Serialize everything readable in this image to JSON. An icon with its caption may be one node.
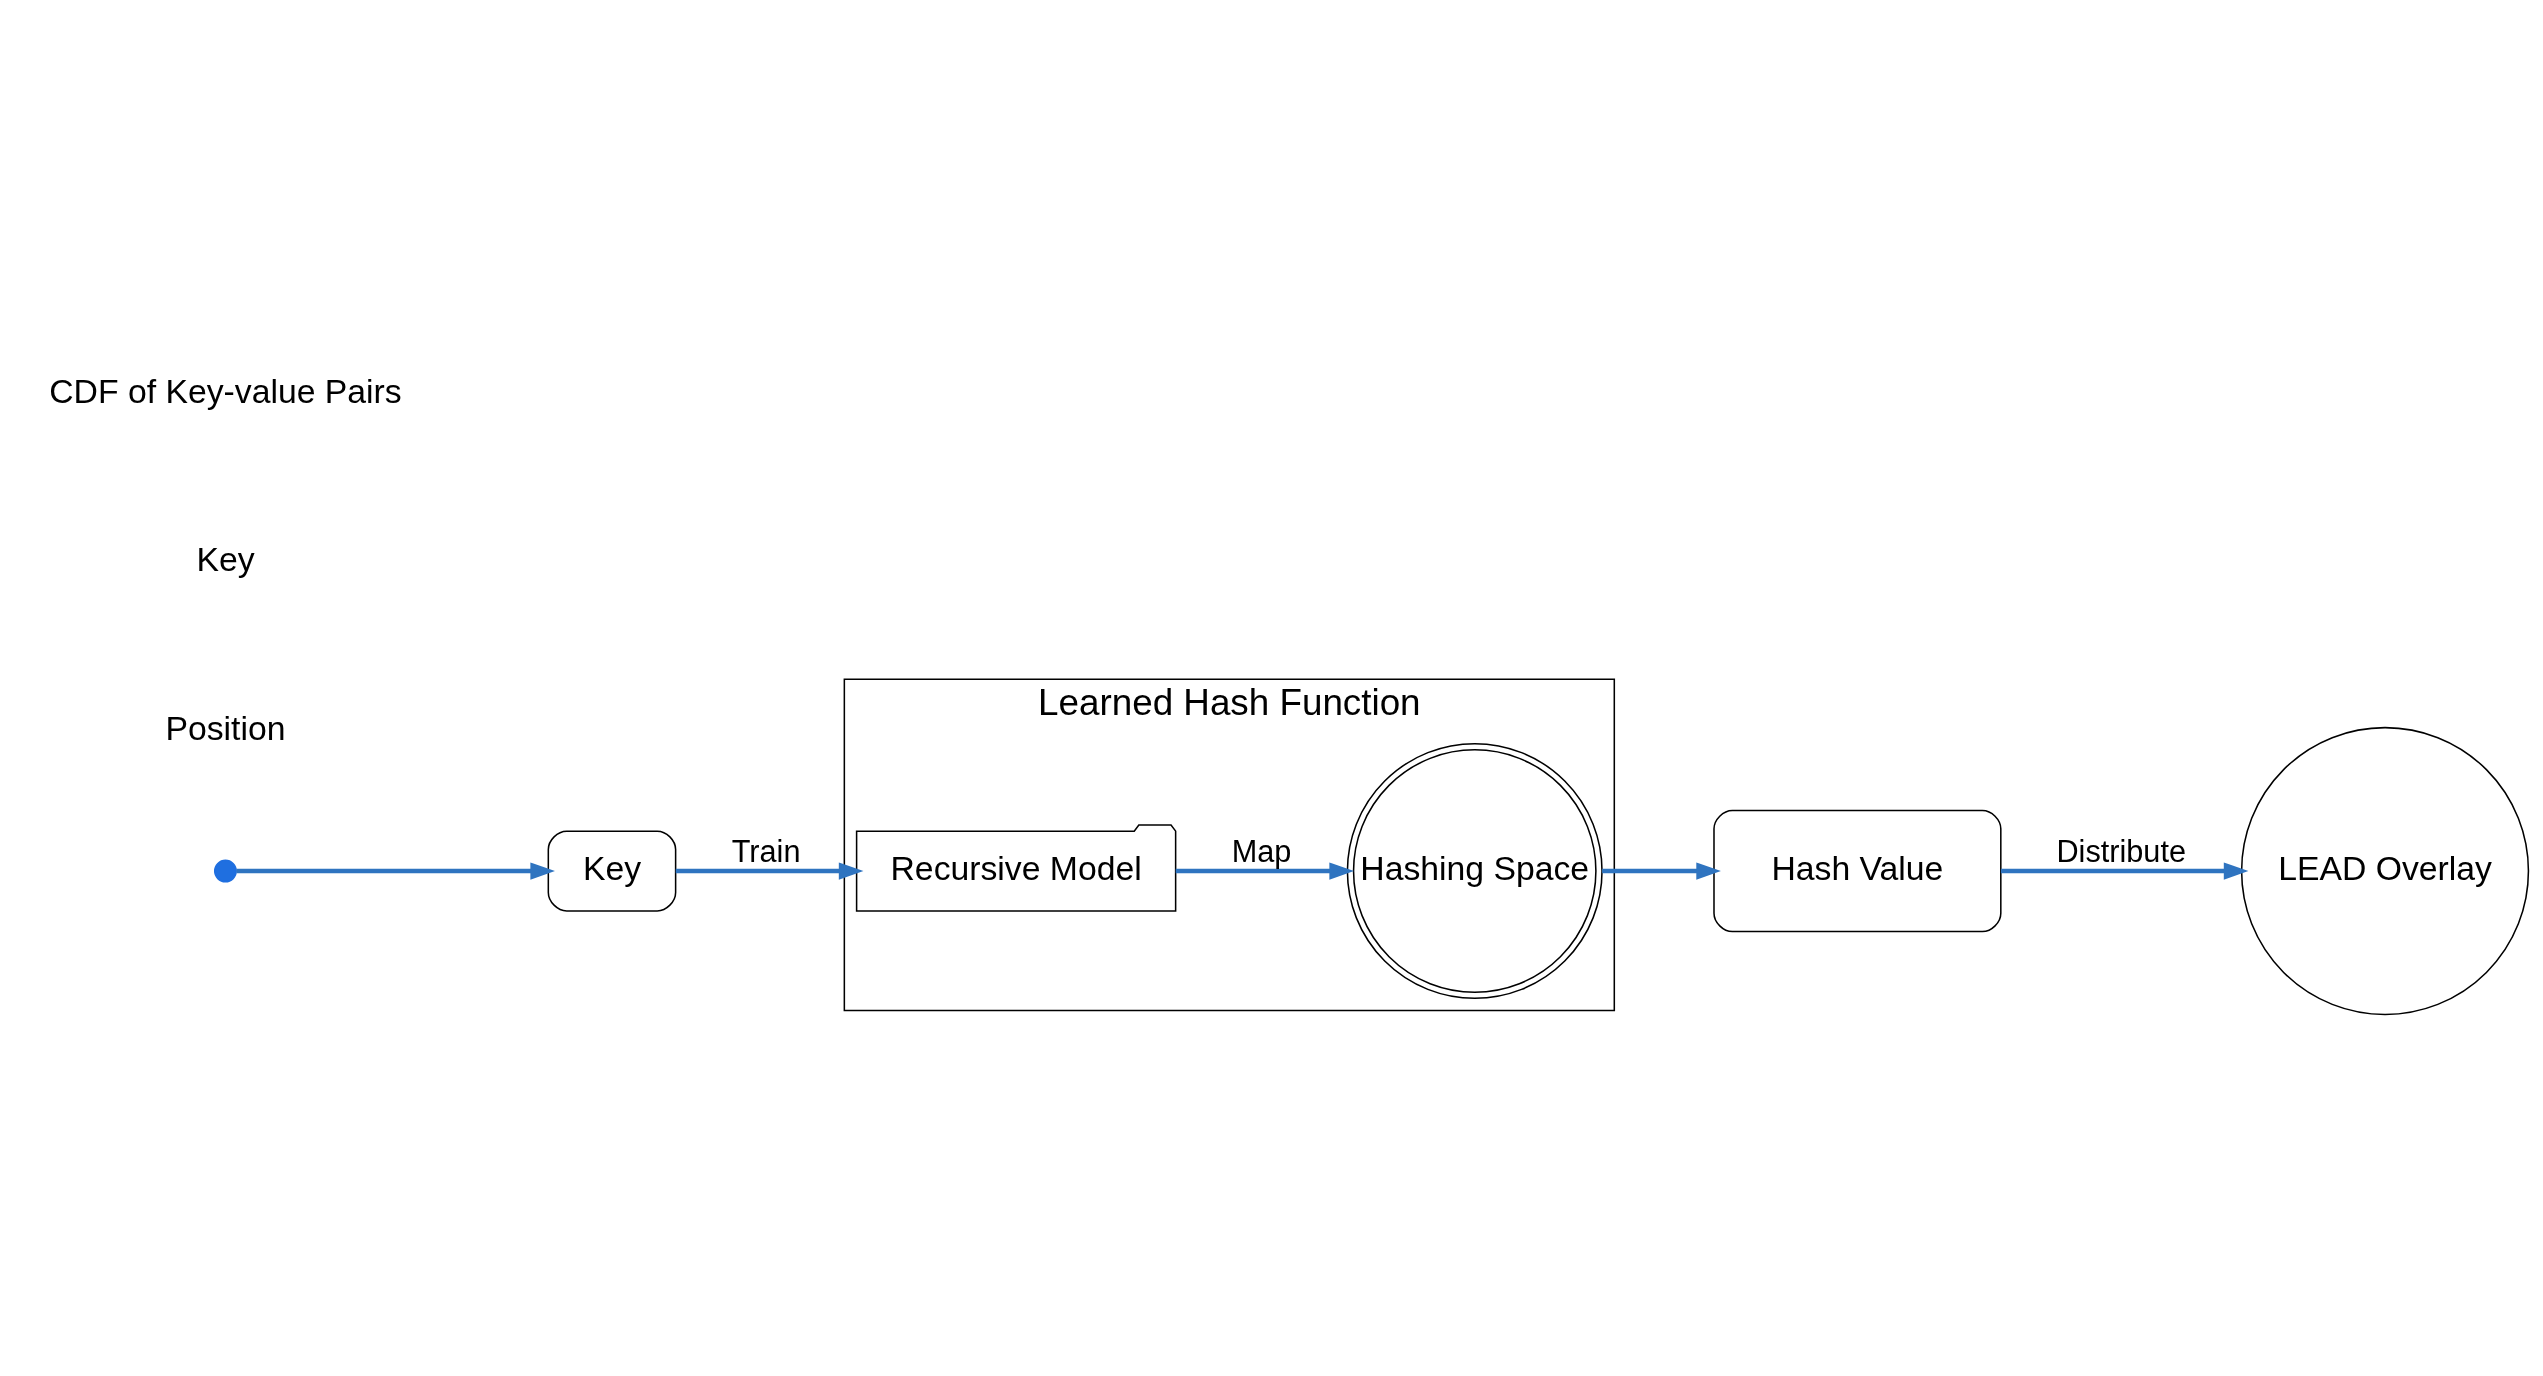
{
  "diagram": {
    "nodes": [
      {
        "text": [
          "Key"
        ]
      },
      {
        "text": [
          "Learned Hash Function"
        ]
      },
      {
        "text": [
          "Recursive Model"
        ],
        "in": 1
      },
      {
        "text": [
          "Hashing Space"
        ],
        "in": 1
      },
      {
        "text": [
          "Hash Value"
        ]
      },
      {
        "text": [
          "LEAD Overlay"
        ]
      },
      {
        "text": [],
        "shape": "circle"
      }
    ],
    "edges": [
      {
        "from": 6,
        "to": 0,
        "arrow": "to"
      },
      {
        "from": 0,
        "to": 2,
        "label": "Train",
        "arrow": "to"
      },
      {
        "from": 2,
        "to": 3,
        "label": "Map",
        "arrow": "to"
      },
      {
        "from": 3,
        "to": 4,
        "arrow": "to"
      },
      {
        "from": 4,
        "to": 5,
        "label": "Distribute",
        "arrow": "to"
      }
    ],
    "labels": [
      "Position",
      "Key",
      "CDF of Key-value Pairs"
    ]
  }
}
